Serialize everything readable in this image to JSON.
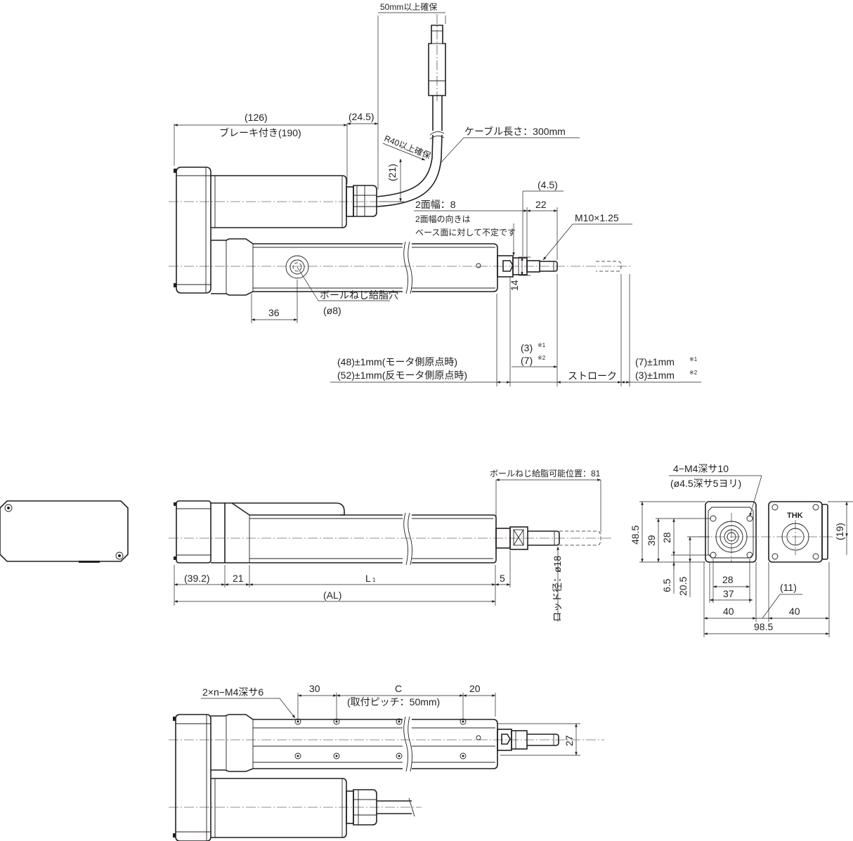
{
  "top_view": {
    "cable_clearance": "50mm以上確保",
    "body_length": "(126)",
    "body_length_brake": "ブレーキ付き(190)",
    "connector_length": "(24.5)",
    "bend_radius": "R40以上確保",
    "cable_length": "ケーブル長さ：300mm",
    "dim_21": "(21)",
    "dim_4_5": "(4.5)",
    "dim_22": "22",
    "width_across_flats": "2面幅：8",
    "flats_note_1": "2面幅の向きは",
    "flats_note_2": "ベース面に対して不定です",
    "thread": "M10×1.25",
    "dim_14": "14",
    "grease_hole": "ボールねじ給脂穴",
    "grease_hole_dia": "(ø8)",
    "dim_36": "36",
    "origin_motor": "(48)±1mm(モータ側原点時)",
    "origin_reverse": "(52)±1mm(反モータ側原点時)",
    "dim_3": "(3)",
    "dim_7": "(7)",
    "note_1": "※1",
    "note_2": "※2",
    "stroke": "ストローク",
    "end_7": "(7)±1mm",
    "end_3": "(3)±1mm"
  },
  "side_view": {
    "grease_range": "ボールねじ給脂可能位置：81",
    "dim_39_2": "(39.2)",
    "dim_21": "21",
    "dim_L1": "L",
    "dim_L1_sub": "1",
    "dim_5": "5",
    "dim_AL": "(AL)",
    "rod_dia": "ロッド径：ø18"
  },
  "end_view": {
    "tap_note": "4−M4深サ10",
    "tap_note_2": "(ø4.5深サ5ヨリ)",
    "dim_48_5": "48.5",
    "dim_39": "39",
    "dim_28v": "28",
    "dim_19": "(19)",
    "dim_6_5": "6.5",
    "dim_20_5": "20.5",
    "dim_28h": "28",
    "dim_37": "37",
    "dim_11": "(11)",
    "dim_40a": "40",
    "dim_40b": "40",
    "dim_98_5": "98.5",
    "logo": "THK"
  },
  "bottom_view": {
    "mount_taps": "2×n−M4深サ6",
    "dim_30": "30",
    "dim_C": "C",
    "pitch": "(取付ピッチ：50mm)",
    "dim_20": "20",
    "dim_27": "27"
  }
}
